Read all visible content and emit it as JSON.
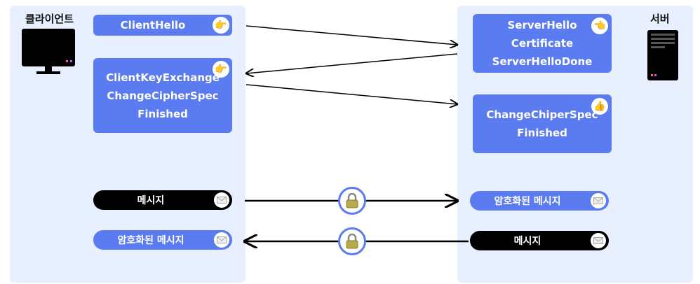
{
  "client": {
    "label": "클라이언트",
    "hello": "ClientHello",
    "key_lines": [
      "ClientKeyExchange",
      "ChangeCipherSpec",
      "Finished"
    ],
    "msg_plain": "메시지",
    "msg_encrypted": "암호화된 메시지"
  },
  "server": {
    "label": "서버",
    "hello_lines": [
      "ServerHello",
      "Certificate",
      "ServerHelloDone"
    ],
    "change_lines": [
      "ChangeChiperSpec",
      "Finished"
    ],
    "msg_encrypted": "암호화된 메시지",
    "msg_plain": "메시지"
  },
  "icons": {
    "point_right": "pointing-hand-right-icon",
    "thumbs_up": "thumbs-up-icon",
    "mail": "envelope-icon",
    "lock": "padlock-icon",
    "monitor": "monitor-icon",
    "server": "server-icon"
  },
  "colors": {
    "panel": "#e8efff",
    "box": "#5b7cf0",
    "pill_dark": "#000000"
  }
}
